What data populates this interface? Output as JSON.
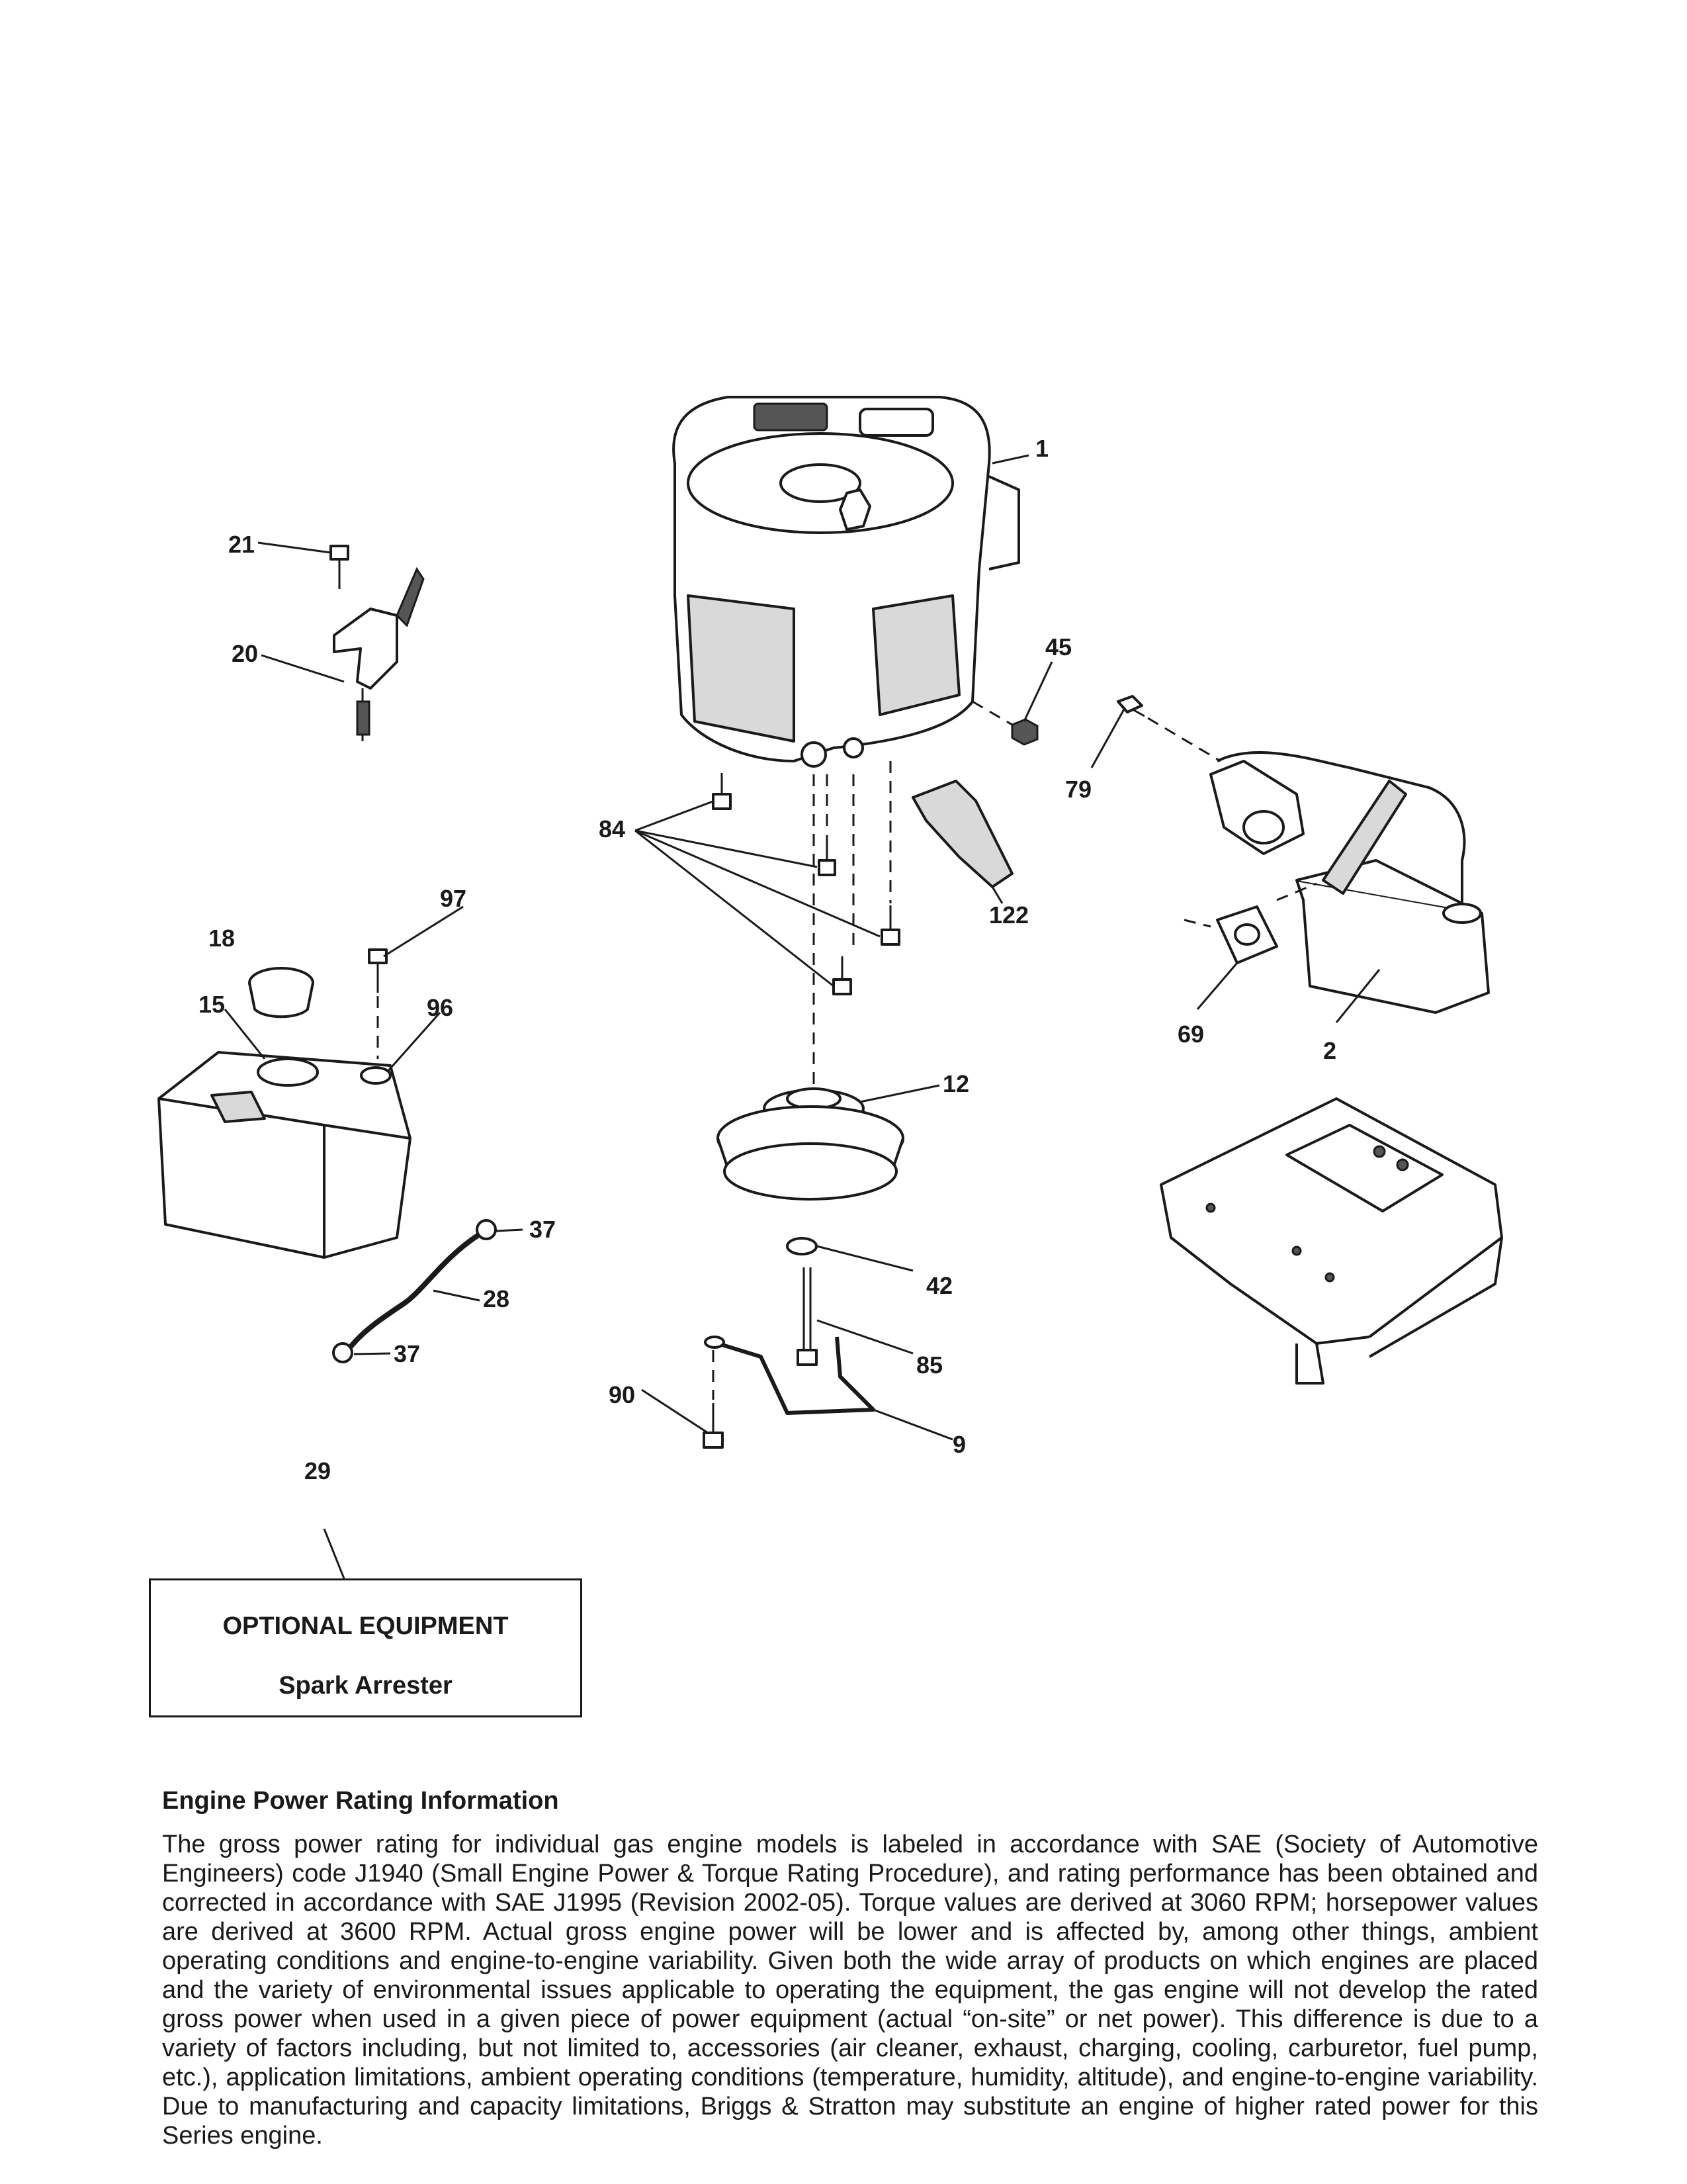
{
  "callouts": {
    "c1": "1",
    "c2": "2",
    "c9": "9",
    "c12": "12",
    "c15": "15",
    "c18": "18",
    "c20": "20",
    "c21": "21",
    "c28": "28",
    "c29": "29",
    "c37a": "37",
    "c37b": "37",
    "c42": "42",
    "c45": "45",
    "c69": "69",
    "c79": "79",
    "c84": "84",
    "c85": "85",
    "c90": "90",
    "c96": "96",
    "c97": "97",
    "c122": "122"
  },
  "optional_equipment": {
    "title": "OPTIONAL EQUIPMENT",
    "item": "Spark Arrester"
  },
  "engine_info": {
    "heading": "Engine Power Rating Information",
    "body": "The gross power rating for individual gas engine models is labeled in accordance with SAE (Society of Automotive Engineers) code J1940 (Small Engine Power & Torque Rating Procedure), and rating performance has been obtained and corrected in accordance with SAE J1995 (Revision 2002-05). Torque values are derived at 3060 RPM; horsepower values are derived at 3600 RPM. Actual gross engine power will be lower and is affected by, among other things, ambient operating conditions and engine-to-engine variability. Given both the wide array of products on which engines are placed and the variety of environmental issues applicable to operating the equipment, the gas engine will not develop the rated gross power when used in a given piece of power equipment (actual “on-site” or net power). This difference is due to a variety of factors including, but not limited to, accessories (air cleaner, exhaust, charging, cooling, carburetor, fuel pump, etc.), application limitations, ambient operating conditions (temperature, humidity, altitude), and engine-to-engine variability. Due to manufacturing and capacity limitations, Briggs & Stratton may substitute an engine of higher rated power for this Series engine."
  }
}
